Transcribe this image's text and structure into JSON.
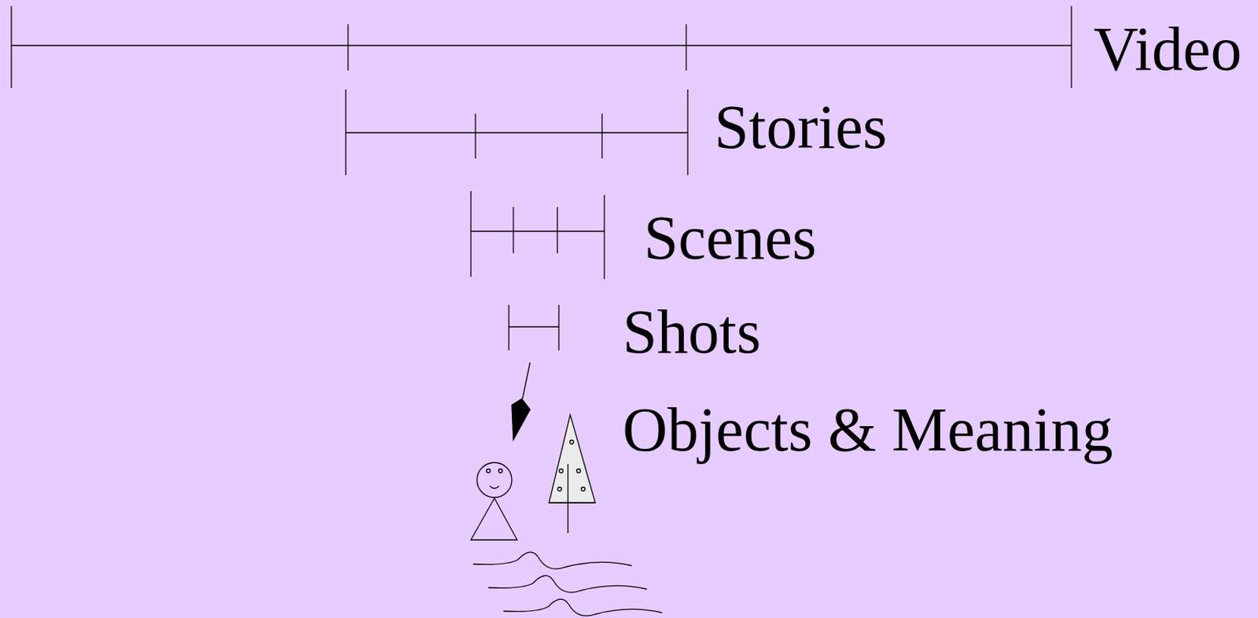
{
  "diagram": {
    "labels": [
      "Video",
      "Stories",
      "Scenes",
      "Shots",
      "Objects & Meaning"
    ]
  }
}
